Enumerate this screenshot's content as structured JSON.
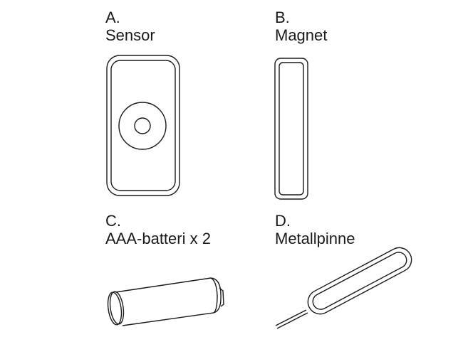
{
  "items": [
    {
      "letter": "A.",
      "name": "Sensor"
    },
    {
      "letter": "B.",
      "name": "Magnet"
    },
    {
      "letter": "C.",
      "name": "AAA-batteri x 2"
    },
    {
      "letter": "D.",
      "name": "Metallpinne"
    }
  ]
}
